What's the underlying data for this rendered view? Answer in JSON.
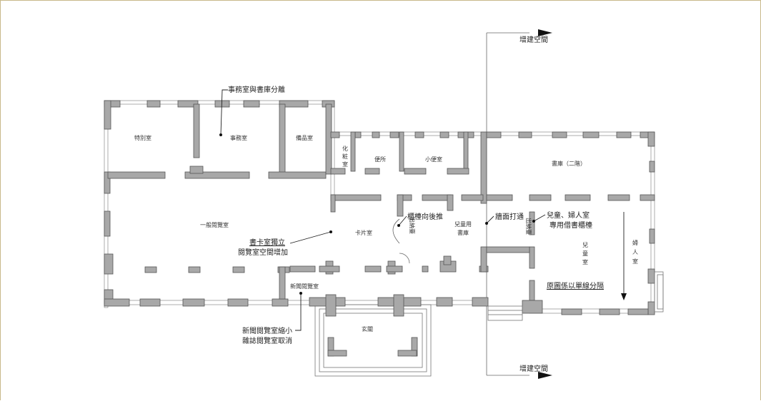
{
  "rooms": {
    "special_room": "特別室",
    "office": "事務室",
    "store": "備品室",
    "restroom_a": "化",
    "restroom_b": "粧",
    "restroom_c": "室",
    "toilet": "便所",
    "urinal": "小便室",
    "stack": "書庫（二階）",
    "general_reading": "一般閱覽室",
    "card_room": "卡片室",
    "children_stack_1": "兒童用",
    "children_stack_2": "書庫",
    "children_room_1": "兒",
    "children_room_2": "童",
    "children_room_3": "室",
    "women_room_1": "婦",
    "women_room_2": "人",
    "women_room_3": "室",
    "newspaper_room": "新聞閱覽室",
    "entrance": "玄關",
    "small_vert_1": "出納臺",
    "small_vert_2": "出納臺"
  },
  "annotations": {
    "office_split": "事務室與書庫分離",
    "card_room_independent": "書卡室獨立",
    "reading_expand": "閱覽室空間增加",
    "counter_back": "櫃檯向後推",
    "wall_open": "牆面打通",
    "children_women_1": "兒童、婦人室",
    "children_women_2": "專用借書櫃檯",
    "orig_line": "原圖係以單線分隔",
    "news_shrink": "新聞閱覽室縮小",
    "magazine_cancel": "雜誌閱覽室取消",
    "expansion_top": "增建空間",
    "expansion_bottom": "增建空間"
  }
}
